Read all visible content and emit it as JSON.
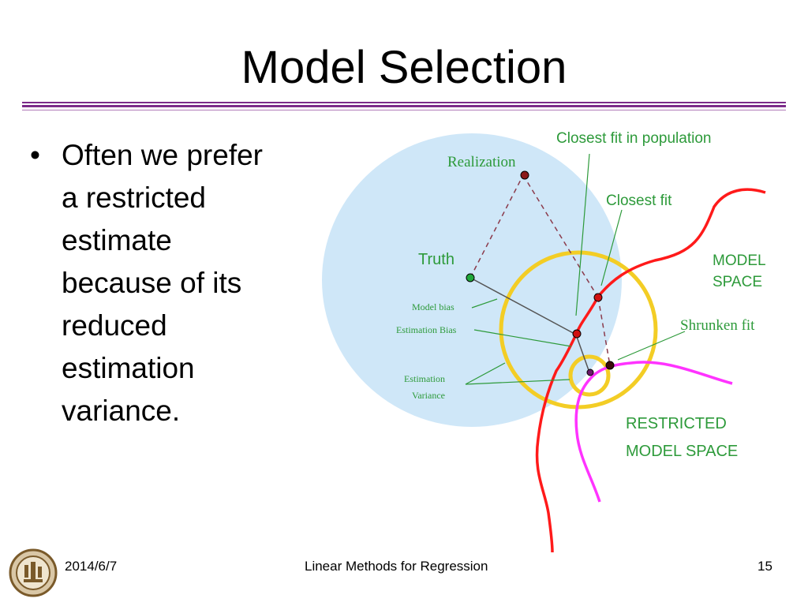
{
  "slide": {
    "title": "Model Selection",
    "bullet_symbol": "•",
    "bullet_lines": [
      "Often we prefer",
      "a restricted",
      "estimate",
      "because of its",
      "reduced",
      "estimation",
      "variance."
    ]
  },
  "diagram": {
    "labels": {
      "realization": "Realization",
      "closest_fit_population": "Closest fit in population",
      "closest_fit": "Closest fit",
      "truth": "Truth",
      "model_space_1": "MODEL",
      "model_space_2": "SPACE",
      "model_bias": "Model bias",
      "estimation_bias": "Estimation Bias",
      "shrunken_fit": "Shrunken fit",
      "estimation_variance_1": "Estimation",
      "estimation_variance_2": "Variance",
      "restricted_1": "RESTRICTED",
      "restricted_2": "MODEL SPACE"
    },
    "colors": {
      "blue_region": "#cfe7f8",
      "yellow_circle": "#f3cd25",
      "model_space_curve": "#ff1a1a",
      "restricted_curve": "#ff33ff",
      "label_green": "#2d9a3a"
    }
  },
  "footer": {
    "date": "2014/6/7",
    "title": "Linear Methods for Regression",
    "page": "15"
  }
}
